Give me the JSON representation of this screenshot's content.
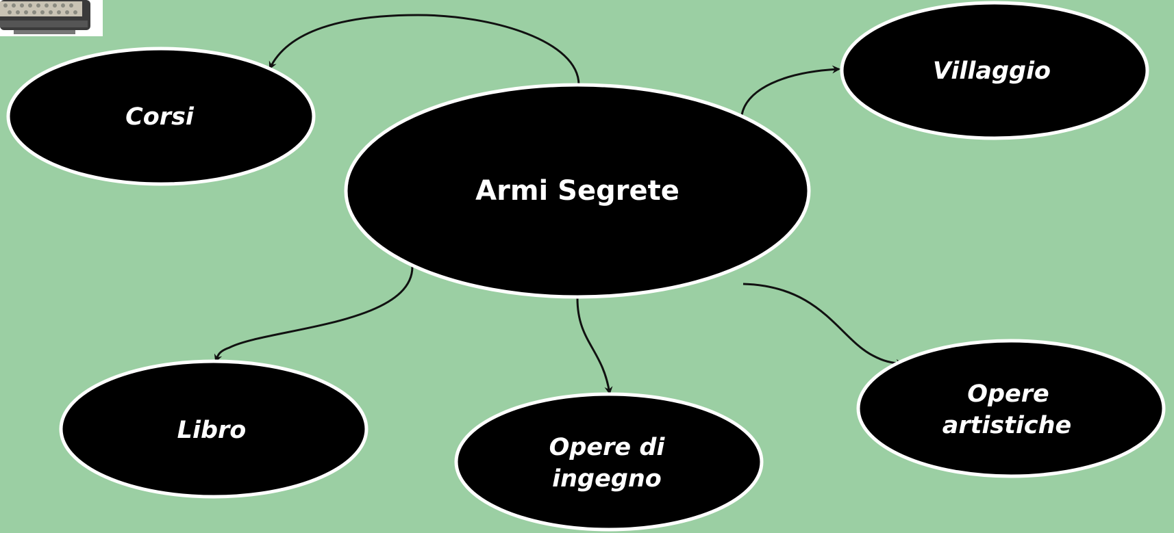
{
  "colors": {
    "background": "#9bcfa3",
    "node_fill": "#000000",
    "node_stroke": "#ffffff",
    "label": "#ffffff",
    "edge": "#111111"
  },
  "center": {
    "label": "Armi Segrete"
  },
  "nodes": {
    "corsi": {
      "label": "Corsi"
    },
    "villaggio": {
      "label": "Villaggio"
    },
    "libro": {
      "label": "Libro"
    },
    "opere_ingegno": {
      "line1": "Opere di",
      "line2": "ingegno"
    },
    "opere_artistiche": {
      "line1": "Opere",
      "line2": "artistiche"
    }
  },
  "thumbnail": {
    "icon": "typewriter-icon"
  }
}
